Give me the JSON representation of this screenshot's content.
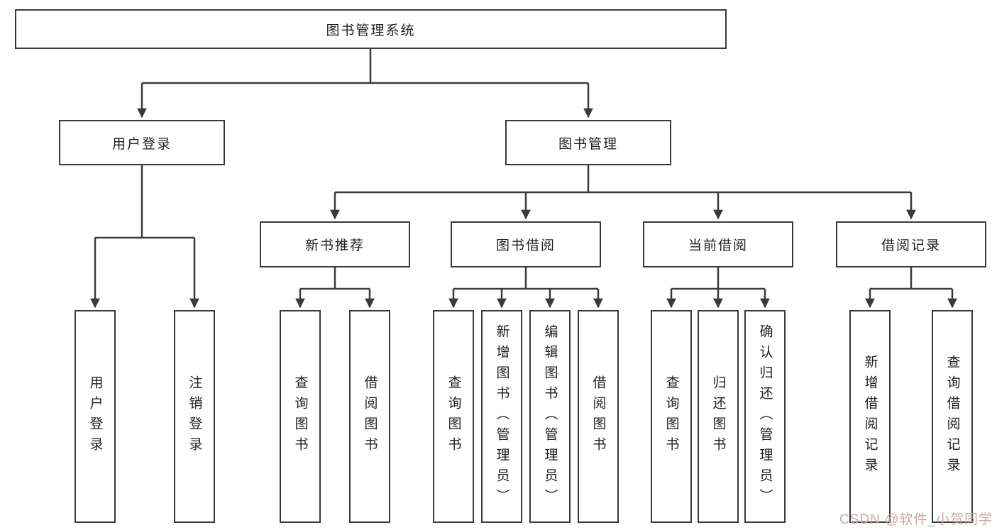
{
  "diagram": {
    "root": {
      "label": "图书管理系统"
    },
    "user_login": {
      "label": "用户登录",
      "children": [
        {
          "label": "用户登录"
        },
        {
          "label": "注销登录"
        }
      ]
    },
    "book_mgmt": {
      "label": "图书管理",
      "sections": [
        {
          "label": "新书推荐",
          "children": [
            {
              "label": "查询图书"
            },
            {
              "label": "借阅图书"
            }
          ]
        },
        {
          "label": "图书借阅",
          "children": [
            {
              "label": "查询图书"
            },
            {
              "label": "新增图书（管理员）"
            },
            {
              "label": "编辑图书（管理员）"
            },
            {
              "label": "借阅图书"
            }
          ]
        },
        {
          "label": "当前借阅",
          "children": [
            {
              "label": "查询图书"
            },
            {
              "label": "归还图书"
            },
            {
              "label": "确认归还（管理员）"
            }
          ]
        },
        {
          "label": "借阅记录",
          "children": [
            {
              "label": "新增借阅记录"
            },
            {
              "label": "查询借阅记录"
            }
          ]
        }
      ]
    }
  },
  "watermark": {
    "text": "CSDN @软件_小贺同学"
  },
  "colors": {
    "line": "#3a3a3a",
    "text": "#1f1f1f",
    "watermark": "#c9a8a8",
    "bg": "#ffffff"
  }
}
